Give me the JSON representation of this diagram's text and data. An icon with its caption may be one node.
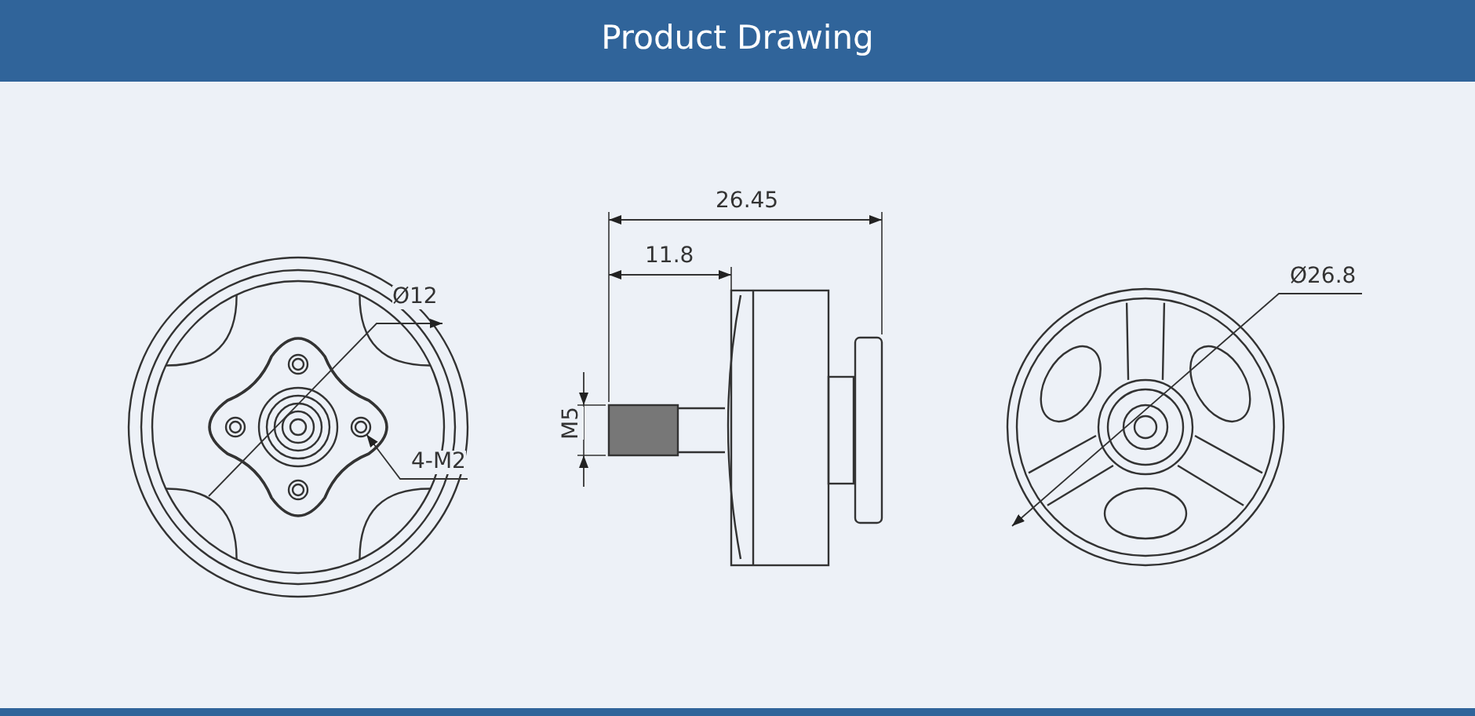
{
  "diagram": {
    "title": "Product Drawing",
    "nodes": [
      {
        "text": [
          "4-M2"
        ]
      },
      {
        "text": [],
        "shape": "circle"
      }
    ],
    "edges": [
      {
        "from": 0,
        "to": 1,
        "arrow": "to"
      }
    ],
    "labels": [
      "Ø12",
      "26.45",
      "11.8",
      "M5",
      "Ø26.8"
    ]
  }
}
